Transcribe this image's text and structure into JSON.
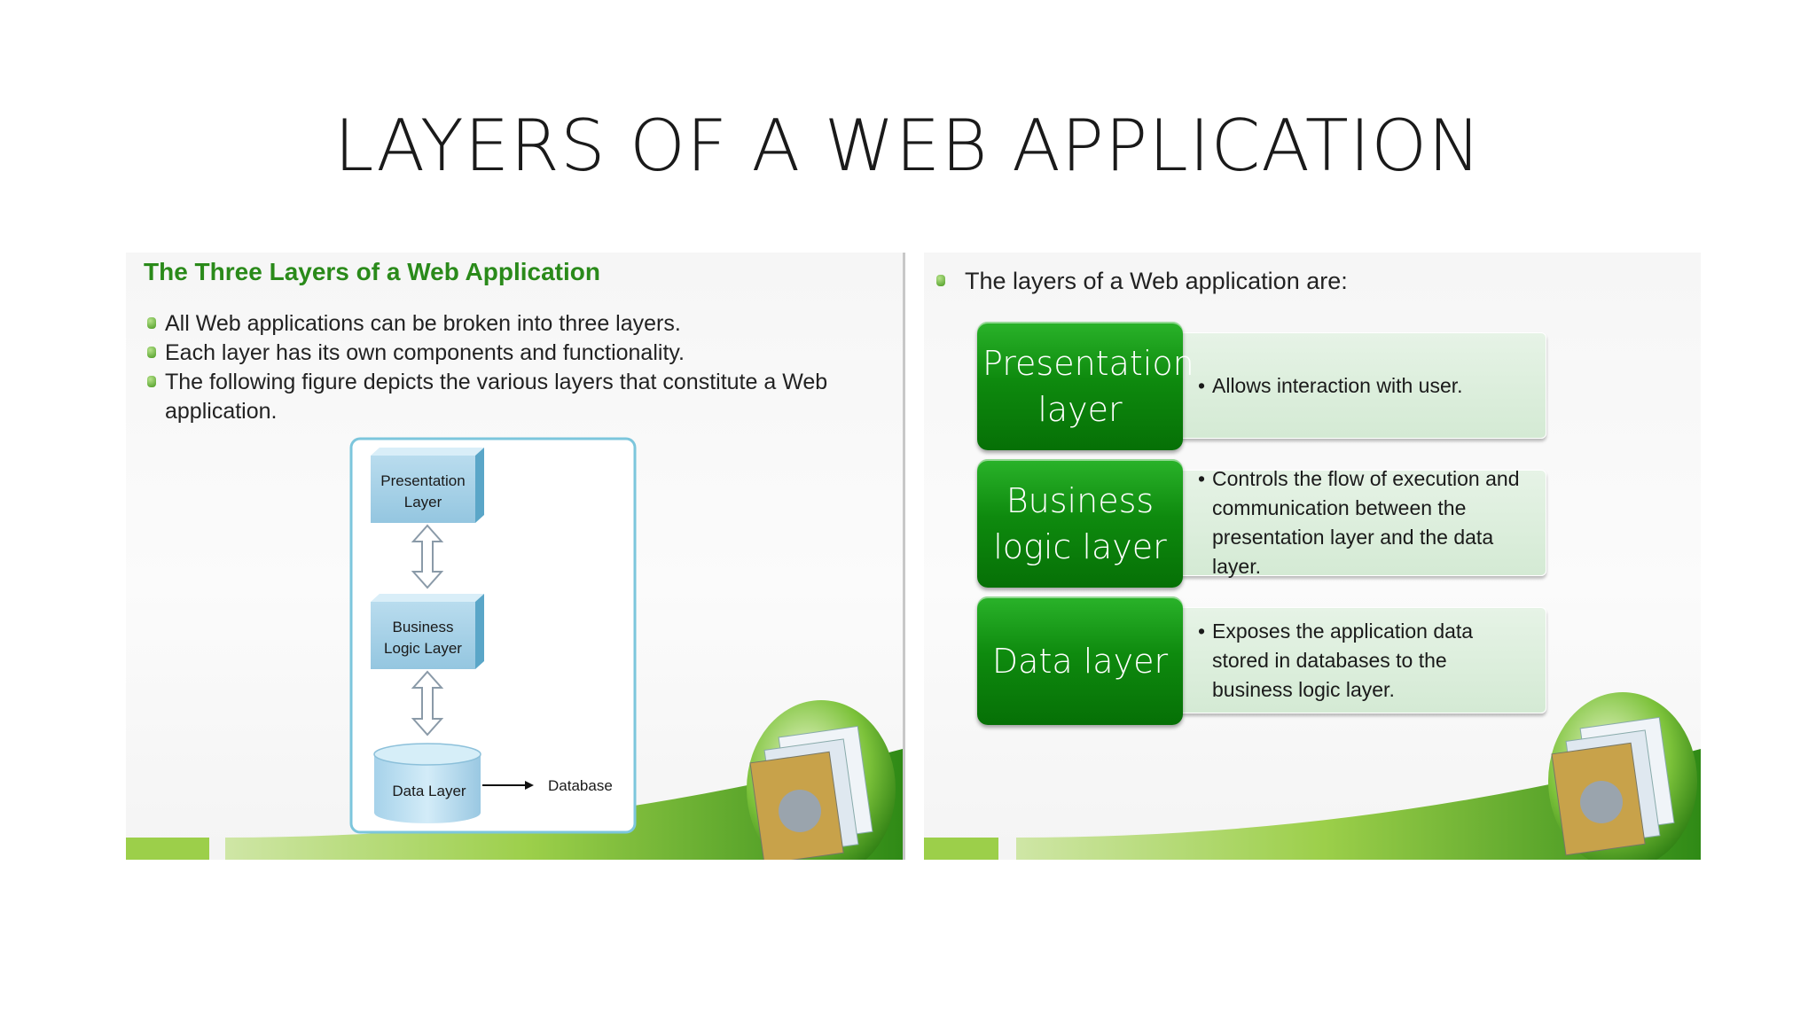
{
  "slide": {
    "title": "LAYERS OF A WEB APPLICATION"
  },
  "left_panel": {
    "heading": "The Three Layers of a Web Application",
    "bullets": [
      "All Web applications can be broken into three layers.",
      "Each layer has its own components and functionality.",
      "The following figure depicts the various layers that constitute a Web application."
    ],
    "diagram": {
      "presentation_line1": "Presentation",
      "presentation_line2": "Layer",
      "business_line1": "Business",
      "business_line2": "Logic Layer",
      "data_layer": "Data Layer",
      "database": "Database"
    }
  },
  "right_panel": {
    "intro": "The layers of a Web application are:",
    "layers": [
      {
        "name": "Presentation layer",
        "description": "Allows interaction with user."
      },
      {
        "name": "Business logic layer",
        "description": "Controls the flow of execution and communication between the presentation layer and the data layer."
      },
      {
        "name": "Data layer",
        "description": "Exposes the application data stored in databases to the business logic layer."
      }
    ]
  },
  "colors": {
    "heading_green": "#2a8a1a",
    "box_green": "#0e8a0e",
    "desc_bg": "#d4ead4",
    "diagram_box": "#a9d2e8",
    "diagram_border": "#7cc6dc"
  }
}
